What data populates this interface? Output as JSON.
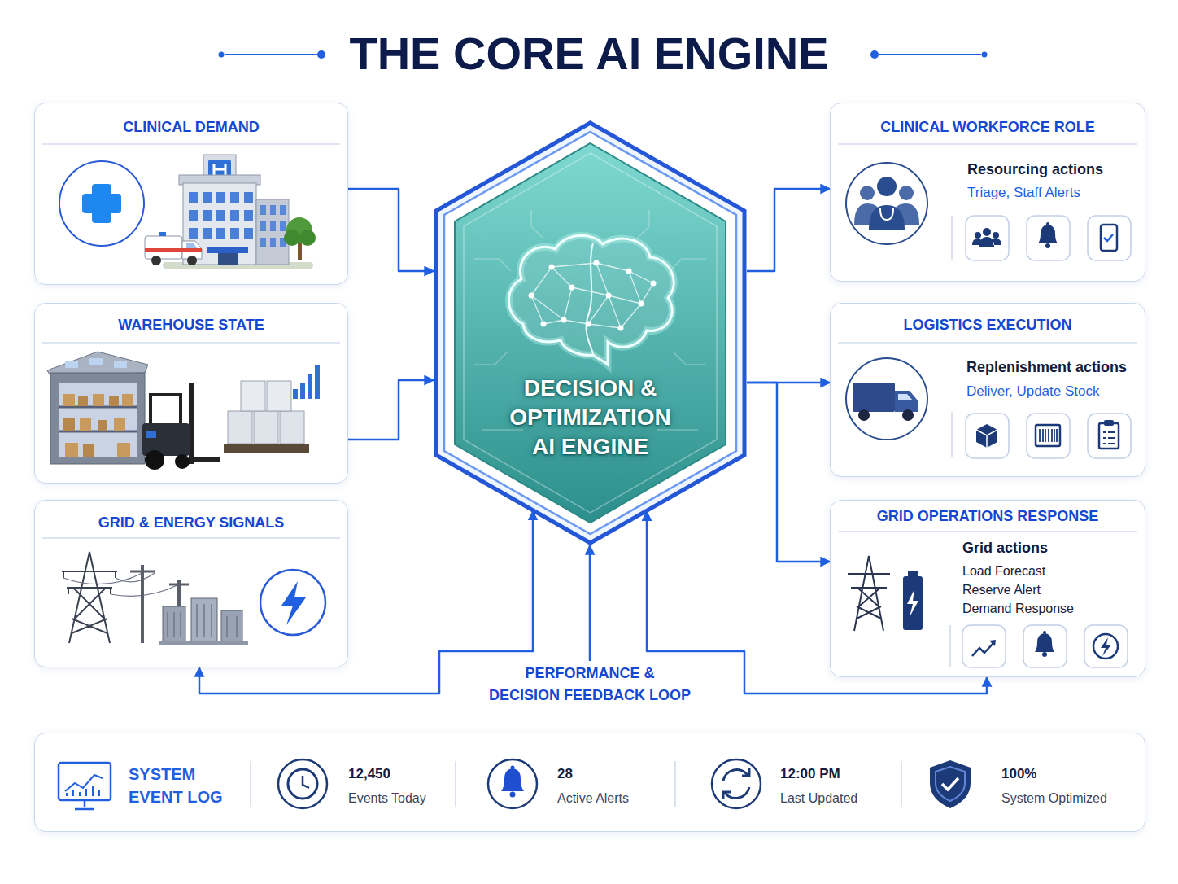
{
  "diagram": {
    "title": "THE CORE AI ENGINE",
    "nodes": [
      {
        "text": [
          "CLINICAL DEMAND"
        ]
      },
      {
        "text": [
          "WAREHOUSE STATE"
        ]
      },
      {
        "text": [
          "GRID & ENERGY SIGNALS"
        ]
      },
      {
        "text": [
          "DECISION & OPTIMIZATION AI ENGINE"
        ]
      },
      {
        "text": [
          "CLINICAL WORKFORCE ROLE",
          "Resourcing actions",
          "Triage, Staff Alerts"
        ]
      },
      {
        "text": [
          "LOGISTICS EXECUTION",
          "Replenishment actions",
          "Deliver, Update Stock"
        ]
      },
      {
        "text": [
          "GRID OPERATIONS RESPONSE",
          "Grid actions",
          "Load Forecast",
          "Reserve Alert",
          "Demand Response"
        ]
      },
      {
        "text": [
          "SYSTEM EVENT LOG",
          "12,450",
          "Events Today",
          "28",
          "Active Alerts",
          "12:00 PM",
          "Last Updated",
          "100%",
          "System Optimized"
        ]
      }
    ],
    "edges": [
      {
        "from": 0,
        "to": 3,
        "arrow": "to"
      },
      {
        "from": 1,
        "to": 3,
        "arrow": "to"
      },
      {
        "from": 3,
        "to": 4,
        "arrow": "to"
      },
      {
        "from": 3,
        "to": 5,
        "arrow": "to"
      },
      {
        "from": 3,
        "to": 6,
        "arrow": "to"
      },
      {
        "from": 2,
        "to": 3,
        "arrow": "both"
      },
      {
        "from": 3,
        "to": 6,
        "arrow": "both"
      }
    ],
    "labels": [
      "PERFORMANCE & DECISION FEEDBACK LOOP"
    ]
  }
}
